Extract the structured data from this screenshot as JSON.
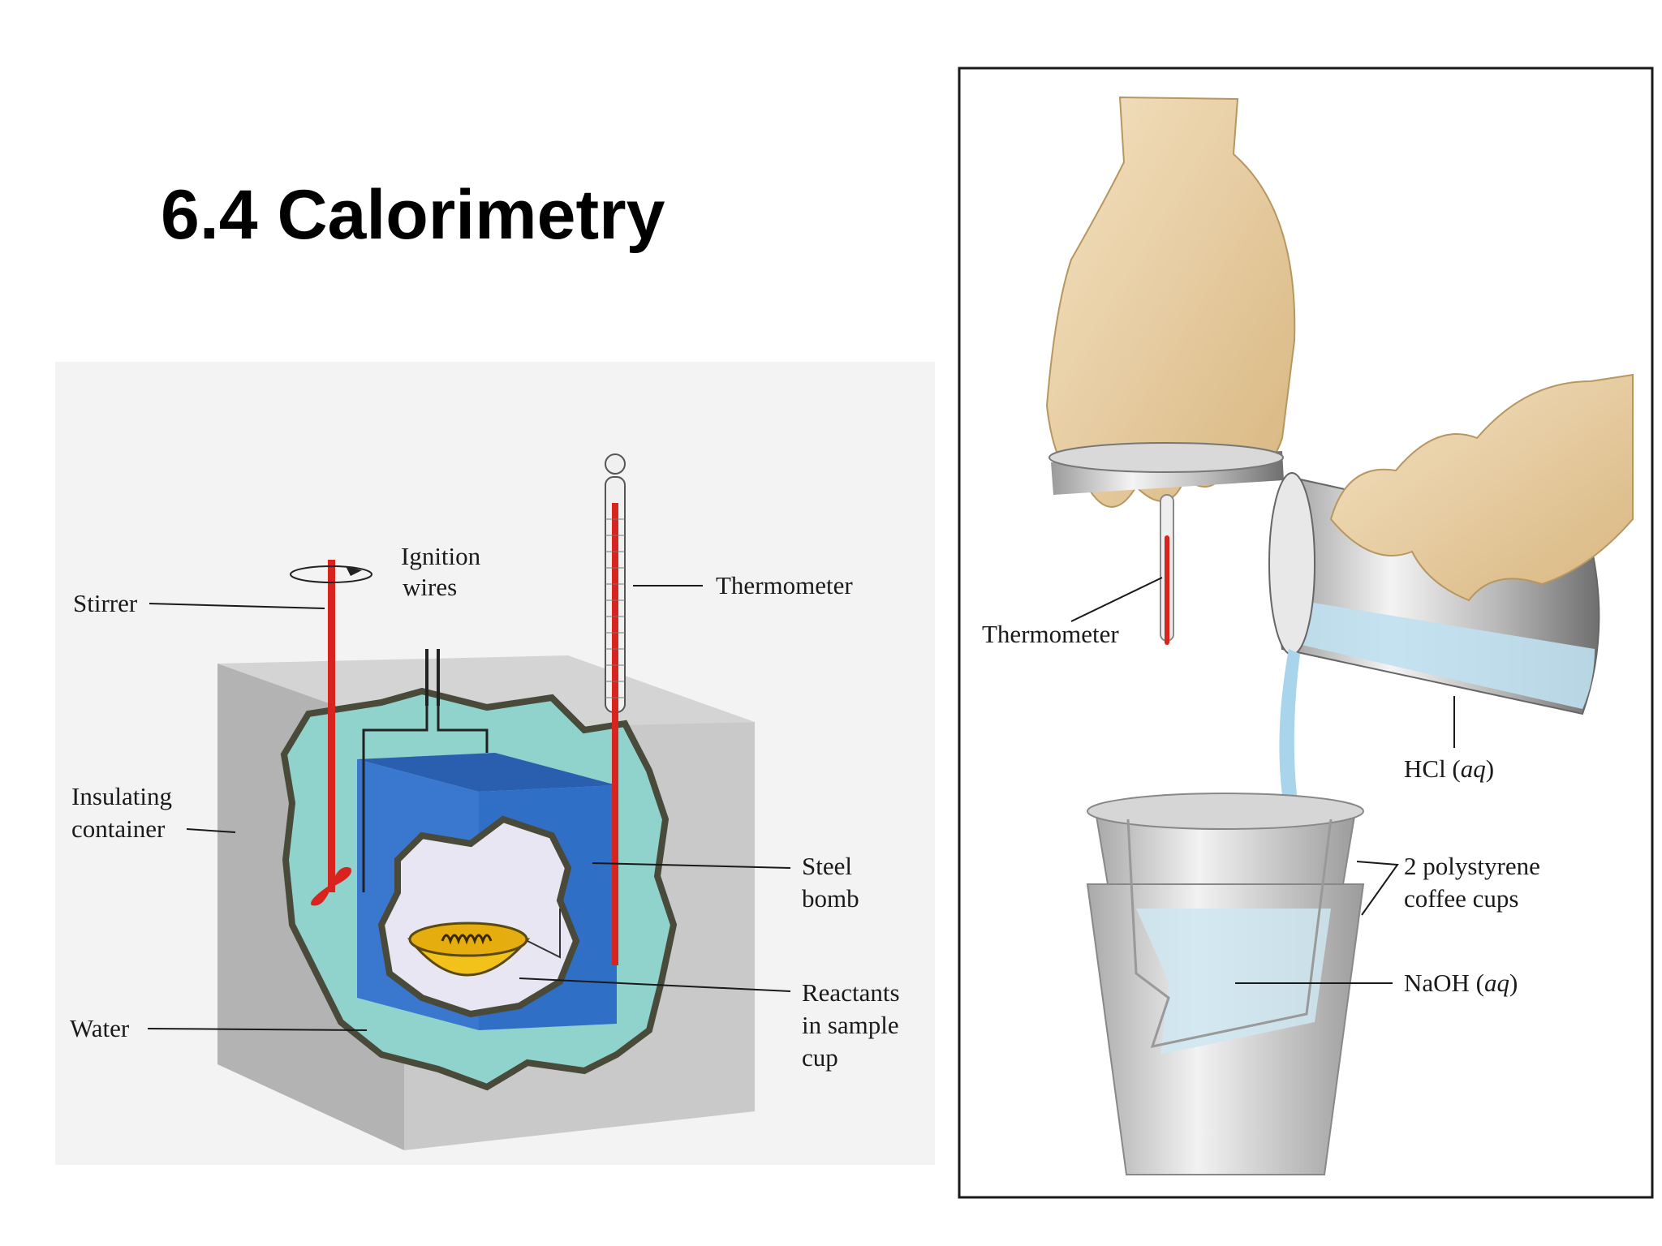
{
  "title": "6.4 Calorimetry",
  "bomb": {
    "stirrer": "Stirrer",
    "ignition_1": "Ignition",
    "ignition_2": "wires",
    "thermometer": "Thermometer",
    "insulating_1": "Insulating",
    "insulating_2": "container",
    "steel_1": "Steel",
    "steel_2": "bomb",
    "reactants_1": "Reactants",
    "reactants_2": "in sample",
    "reactants_3": "cup",
    "water": "Water"
  },
  "cup": {
    "thermometer": "Thermometer",
    "hcl": "HCl (",
    "hcl_state": "aq",
    "hcl_close": ")",
    "cups_1": "2 polystyrene",
    "cups_2": "coffee cups",
    "naoh": "NaOH (",
    "naoh_state": "aq",
    "naoh_close": ")"
  },
  "colors": {
    "insulation": "#c6c6c6",
    "water": "#8fd3cc",
    "steel": "#2f6fc6",
    "sample_cup": "#f2c21a",
    "mercury": "#d9231f",
    "skin": "#ecd2a8",
    "liquid": "#bfe0f0"
  }
}
